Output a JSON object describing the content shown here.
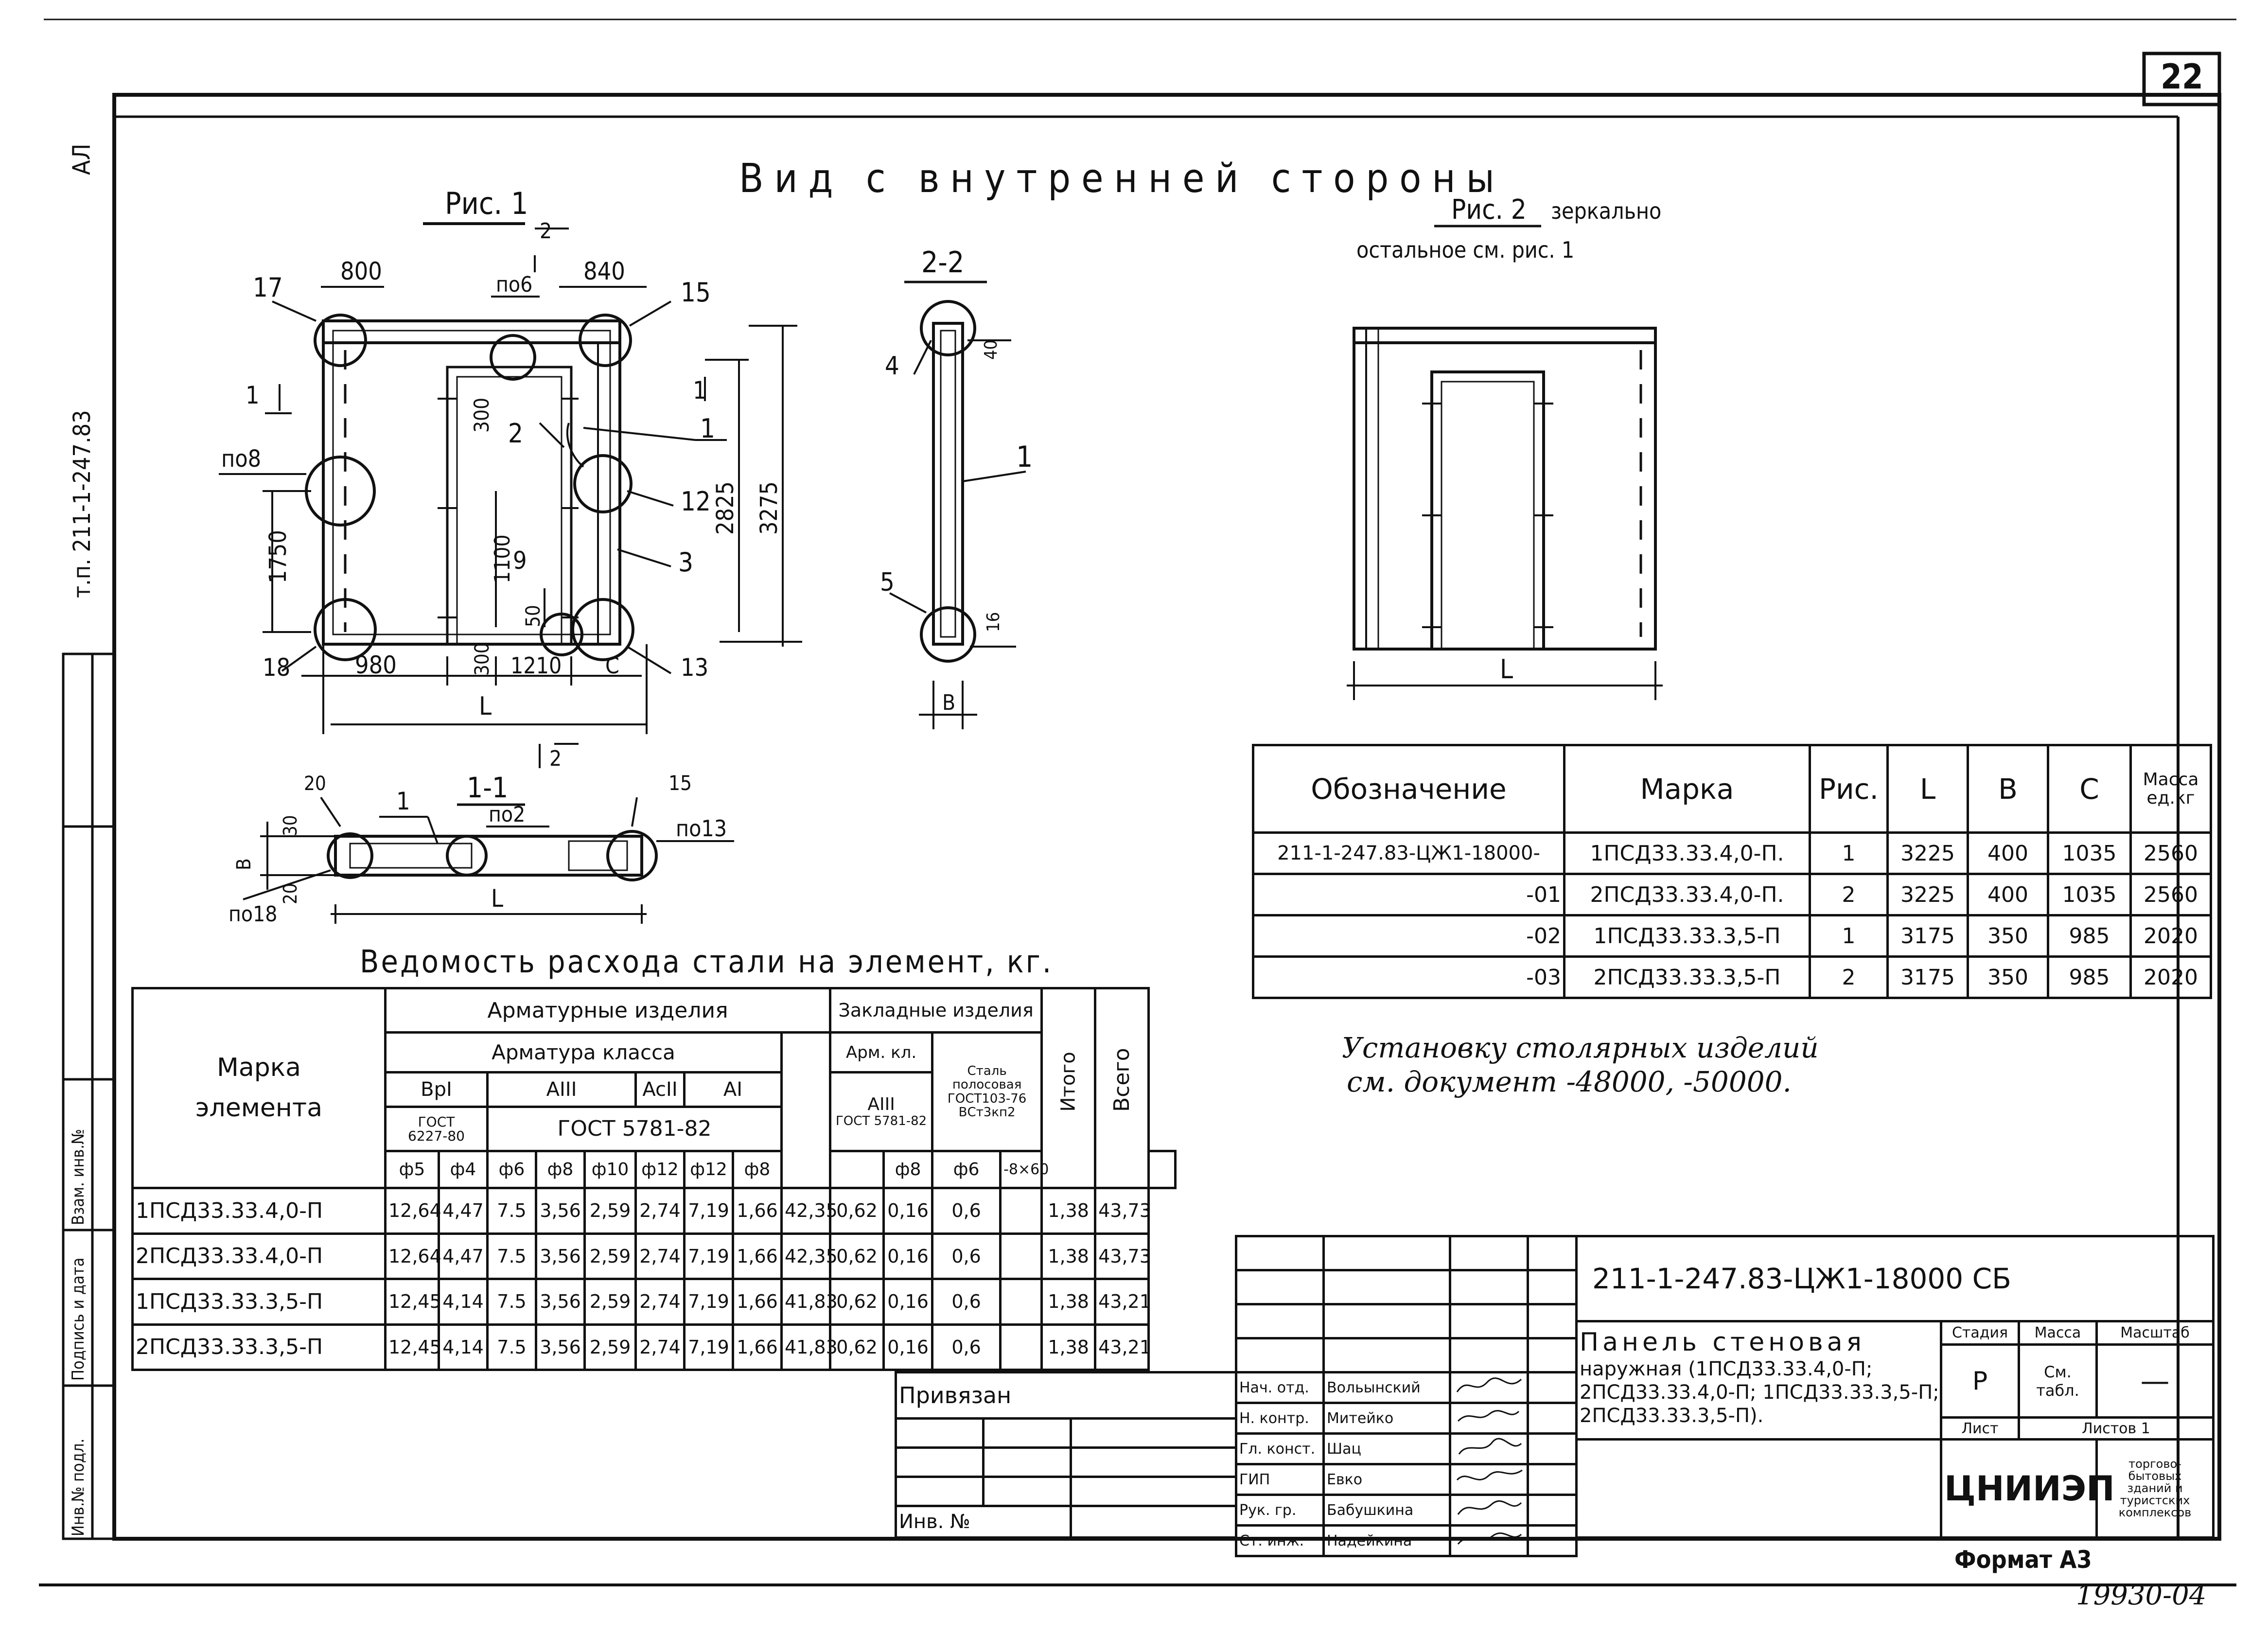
{
  "sheet_number": "22",
  "side_stamp": "т.п. 211-1-247.83",
  "side_stamp_mark": "АЛ",
  "side_columns": [
    "Инв.№ подл.",
    "Подпись и дата",
    "Взам. инв.№"
  ],
  "main_title": "Вид с внутренней стороны",
  "fig1": {
    "label": "Рис. 1",
    "dims": {
      "d800": "800",
      "d840": "840",
      "d2825": "2825",
      "d3275": "3275",
      "d1750": "1750",
      "d1100": "1100",
      "d300a": "300",
      "d300b": "300",
      "d980": "980",
      "d1210": "1210",
      "c": "C",
      "L": "L",
      "d50": "50"
    },
    "callouts": {
      "n17": "17",
      "n15": "15",
      "n18": "18",
      "n13": "13",
      "n12": "12",
      "n3": "3",
      "n2": "2",
      "n9": "9",
      "n1": "1",
      "po6": "по6",
      "po8": "по8",
      "sec2": "2",
      "sec1": "1"
    }
  },
  "sec22": {
    "label": "2-2",
    "callouts": {
      "n4": "4",
      "n5": "5",
      "n1": "1",
      "d40": "40",
      "d16": "16",
      "B": "B"
    }
  },
  "sec11": {
    "label": "1-1",
    "dims": {
      "d20a": "20",
      "d30": "30",
      "d20b": "20",
      "B": "B",
      "L": "L",
      "d15": "15"
    },
    "callouts": {
      "n1": "1",
      "po2": "по2",
      "po13": "по13",
      "po18": "по18",
      "sec2": "2"
    }
  },
  "fig2": {
    "label": "Рис. 2",
    "mirror": "зеркально",
    "rest": "остальное см. рис. 1",
    "L": "L"
  },
  "spec_table": {
    "headers": [
      "Обозначение",
      "Марка",
      "Рис.",
      "L",
      "B",
      "C",
      "Масса ед.кг"
    ],
    "rows": [
      [
        "211-1-247.83-ЦЖ1-18000-",
        "1ПСД33.33.4,0-П.",
        "1",
        "3225",
        "400",
        "1035",
        "2560"
      ],
      [
        "-01",
        "2ПСД33.33.4,0-П.",
        "2",
        "3225",
        "400",
        "1035",
        "2560"
      ],
      [
        "-02",
        "1ПСД33.33.3,5-П",
        "1",
        "3175",
        "350",
        "985",
        "2020"
      ],
      [
        "-03",
        "2ПСД33.33.3,5-П",
        "2",
        "3175",
        "350",
        "985",
        "2020"
      ]
    ]
  },
  "install_note": [
    "Установку столярных изделий",
    "см. документ -48000, -50000."
  ],
  "steel": {
    "title": "Ведомость расхода стали на элемент, кг.",
    "h_mark": [
      "Марка",
      "элемента"
    ],
    "h_armatura_izd": "Арматурные изделия",
    "h_klass": "Арматура класса",
    "h_zaklad": "Закладные изделия",
    "h_arm_kl": "Арм. кл.",
    "h_stal": [
      "Сталь",
      "полосовая",
      "ГОСТ103-76",
      "ВСт3кп2"
    ],
    "h_itogo": "Итого",
    "h_vsego": "Всего",
    "classes": [
      "ВрI",
      "AIII",
      "AcII",
      "AI"
    ],
    "class_az": "AIII",
    "gost1": [
      "ГОСТ",
      "6227-80"
    ],
    "gost2": "ГОСТ 5781-82",
    "gost3": [
      "ГОСТ",
      "5781-82"
    ],
    "diameters": [
      "ф5",
      "ф4",
      "ф6",
      "ф8",
      "ф10",
      "ф12",
      "ф12",
      "ф8",
      "",
      "ф8",
      "ф6",
      "-8×60",
      "",
      ""
    ],
    "rows": [
      [
        "1ПСД33.33.4,0-П",
        "12,64",
        "4,47",
        "7.5",
        "3,56",
        "2,59",
        "2,74",
        "7,19",
        "1,66",
        "42,35",
        "0,62",
        "0,16",
        "0,6",
        "",
        "1,38",
        "43,73"
      ],
      [
        "2ПСД33.33.4,0-П",
        "12,64",
        "4,47",
        "7.5",
        "3,56",
        "2,59",
        "2,74",
        "7,19",
        "1,66",
        "42,35",
        "0,62",
        "0,16",
        "0,6",
        "",
        "1,38",
        "43,73"
      ],
      [
        "1ПСД33.33.3,5-П",
        "12,45",
        "4,14",
        "7.5",
        "3,56",
        "2,59",
        "2,74",
        "7,19",
        "1,66",
        "41,83",
        "0,62",
        "0,16",
        "0,6",
        "",
        "1,38",
        "43,21"
      ],
      [
        "2ПСД33.33.3,5-П",
        "12,45",
        "4,14",
        "7.5",
        "3,56",
        "2,59",
        "2,74",
        "7,19",
        "1,66",
        "41,83",
        "0,62",
        "0,16",
        "0,6",
        "",
        "1,38",
        "43,21"
      ]
    ]
  },
  "privyazan": "Привязан",
  "inv_no": "Инв. №",
  "title_block": {
    "code": "211-1-247.83-ЦЖ1-18000     СБ",
    "name": [
      "Панель стеновая",
      "наружная (1ПСД33.33.4,0-П;",
      "2ПСД33.33.4,0-П; 1ПСД33.33.3,5-П;",
      "2ПСД33.33.3,5-П)."
    ],
    "stadia_h": "Стадия",
    "massa_h": "Масса",
    "masshtab_h": "Масштаб",
    "stadia": "Р",
    "massa": "См. табл.",
    "masshtab": "—",
    "list_h": "Лист",
    "listov_h": "Листов",
    "list": "",
    "listov": "1",
    "org": "ЦНИИЭП",
    "org_sub": [
      "торгово-",
      "бытовых",
      "зданий и",
      "туристских",
      "комплексов"
    ],
    "roles": [
      {
        "role": "Нач. отд.",
        "name": "Вольынский"
      },
      {
        "role": "Н. контр.",
        "name": "Митейко"
      },
      {
        "role": "Гл. конст.",
        "name": "Шац"
      },
      {
        "role": "ГИП",
        "name": "Евко"
      },
      {
        "role": "Рук. гр.",
        "name": "Бабушкина"
      },
      {
        "role": "Ст. инж.",
        "name": "Надейкина"
      }
    ]
  },
  "format": "Формат А3",
  "bottom_code": "19930-04"
}
